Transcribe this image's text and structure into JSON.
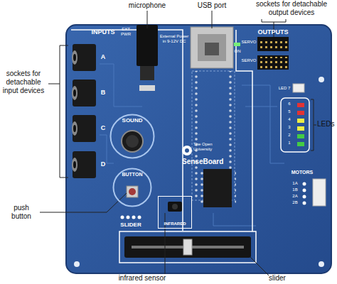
{
  "diagram": {
    "nodes": [
      {
        "text": [
          "SOUND"
        ]
      },
      {
        "text": [
          "BUTTON"
        ]
      },
      {
        "text": [
          "INFRARED"
        ]
      }
    ],
    "labels": [
      "microphone",
      "USB port",
      "sockets for detachable output devices",
      "sockets for detachable input devices",
      "LEDs",
      "push button",
      "infrared sensor",
      "slider",
      "INPUTS",
      "OUTPUTS",
      "A",
      "B",
      "C",
      "D",
      "EXT PWR",
      "External Power in 9-12V DC",
      "ON",
      "SERVO",
      "SERVO",
      "SenseBoard",
      "The Open University",
      "SLIDER",
      "LED 7",
      "6",
      "5",
      "4",
      "3",
      "2",
      "1",
      "MOTORS",
      "1A",
      "1B",
      "2A",
      "2B"
    ]
  }
}
